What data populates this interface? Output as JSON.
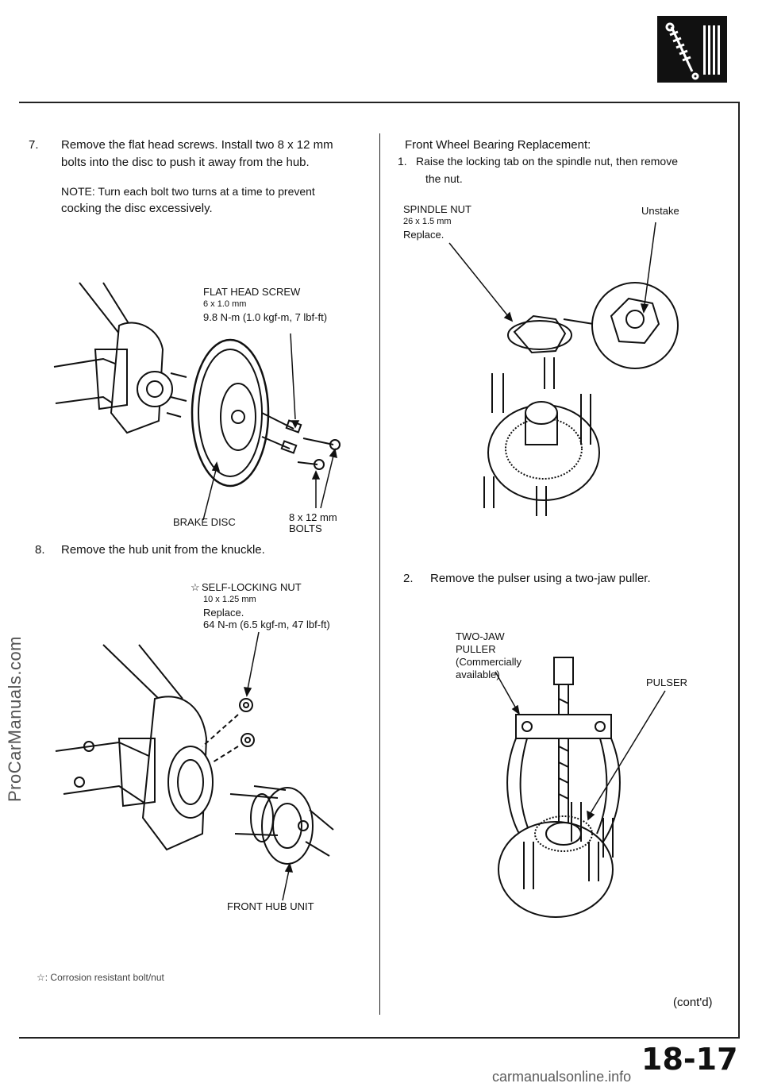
{
  "step7": {
    "number": "7.",
    "line1": "Remove the flat head screws. Install two 8 x 12 mm",
    "line2": "bolts into the disc to push it away from the hub.",
    "note1": "NOTE: Turn each bolt two turns at a time to prevent",
    "note2": "cocking the disc excessively."
  },
  "fig1": {
    "flat_head_screw": "FLAT HEAD SCREW",
    "screw_size": "6 x 1.0 mm",
    "screw_torque": "9.8 N-m (1.0 kgf-m, 7 lbf-ft)",
    "brake_disc": "BRAKE DISC",
    "bolts_size": "8 x 12 mm",
    "bolts": "BOLTS"
  },
  "step8": {
    "number": "8.",
    "text": "Remove the hub unit from the knuckle."
  },
  "fig2": {
    "star": "☆",
    "nut": "SELF-LOCKING NUT",
    "nut_size": "10 x 1.25 mm",
    "nut_replace": "Replace.",
    "nut_torque": "64 N-m (6.5 kgf-m, 47 lbf-ft)",
    "hub_unit": "FRONT HUB UNIT"
  },
  "right": {
    "heading": "Front Wheel Bearing Replacement:",
    "step1_number": "1.",
    "step1_line1": "Raise the locking tab on the spindle nut, then remove",
    "step1_line2": "the nut.",
    "spindle_nut": "SPINDLE NUT",
    "spindle_size": "26 x 1.5 mm",
    "spindle_replace": "Replace.",
    "unstake": "Unstake",
    "step2_number": "2.",
    "step2_text": "Remove the pulser using a two-jaw puller.",
    "puller1": "TWO-JAW",
    "puller2": "PULLER",
    "puller3": "(Commercially",
    "puller4": "available)",
    "pulser": "PULSER"
  },
  "footer": {
    "star_note": "☆: Corrosion resistant bolt/nut",
    "contd": "(cont'd)",
    "page": "18-17",
    "site_right": "carmanualsonline.info"
  },
  "watermark": "ProCarManuals.com"
}
